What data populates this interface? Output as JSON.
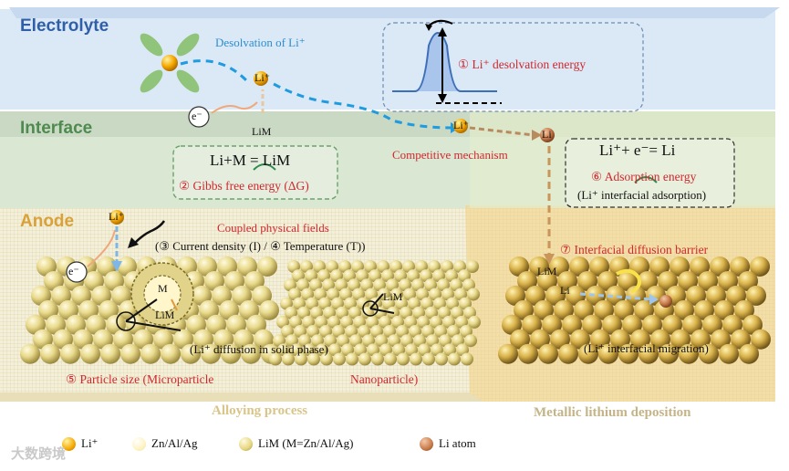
{
  "layers": {
    "electrolyte": "Electrolyte",
    "interface": "Interface",
    "anode": "Anode"
  },
  "labels": {
    "desolvation": "Desolvation of Li⁺",
    "desolvation_energy": "① Li⁺ desolvation energy",
    "li_ion": "Li⁺",
    "li_atom": "Li",
    "liM": "LiM",
    "e": "e⁻",
    "competitive": "Competitive mechanism",
    "gibbs_eq": "Li+M = LiM",
    "gibbs": "② Gibbs free energy (ΔG)",
    "adsorb_eq": "Li⁺+ e⁻= Li",
    "adsorb_energy": "⑥ Adsorption energy",
    "adsorb_desc": "(Li⁺ interfacial adsorption)",
    "coupled": "Coupled physical fields",
    "fields": "(③ Current density (I) / ④ Temperature (T))",
    "interfacial_barrier": "⑦ Interfacial  diffusion barrier",
    "M": "M",
    "solid_diffusion": "(Li⁺ diffusion in solid phase)",
    "interfacial_migration": "(Li⁺ interfacial migration)",
    "particle_size": "⑤ Particle size (Microparticle",
    "nanoparticle": "Nanoparticle)",
    "alloying": "Alloying process",
    "metallic": "Metallic lithium deposition"
  },
  "legend": [
    {
      "label": "Li⁺",
      "color": "#f5a800"
    },
    {
      "label": "Zn/Al/Ag",
      "color": "#fff3c4"
    },
    {
      "label": "LiM (M=Zn/Al/Ag)",
      "color": "#e6d57e"
    },
    {
      "label": "Li atom",
      "color": "#c87a4a"
    }
  ],
  "watermark": "大数跨境"
}
